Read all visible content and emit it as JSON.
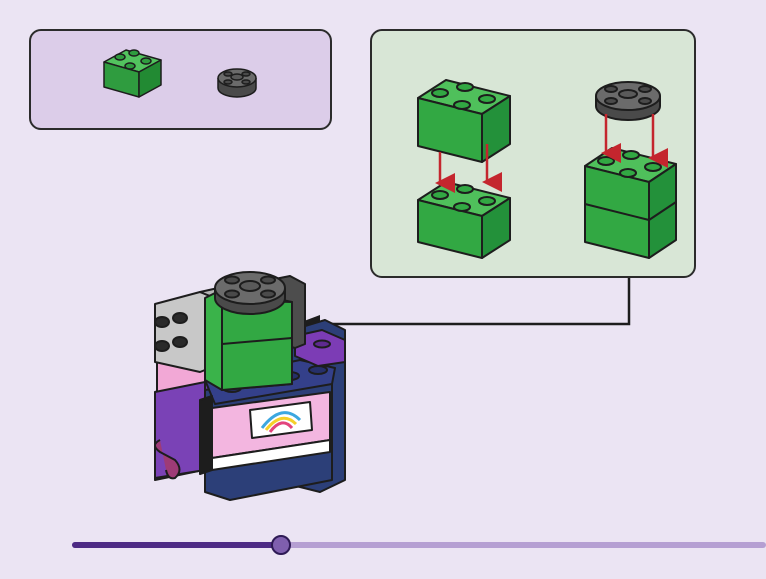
{
  "colors": {
    "background": "#ebe4f3",
    "parts_panel": "#dccde9",
    "substep_panel": "#d8e6d6",
    "brick_green": "#3ab34a",
    "plate_dark_gray": "#5e5e5e",
    "brick_light_gray": "#b8b8b8",
    "arrow_red": "#c4262e",
    "progress_fill": "#4d2a84",
    "progress_track": "#b59fd2"
  },
  "parts_list": [
    {
      "name": "green-brick-2x2",
      "quantity": 1
    },
    {
      "name": "dark-gray-round-plate-2x2",
      "quantity": 1
    }
  ],
  "progress": {
    "fraction": 0.3
  }
}
